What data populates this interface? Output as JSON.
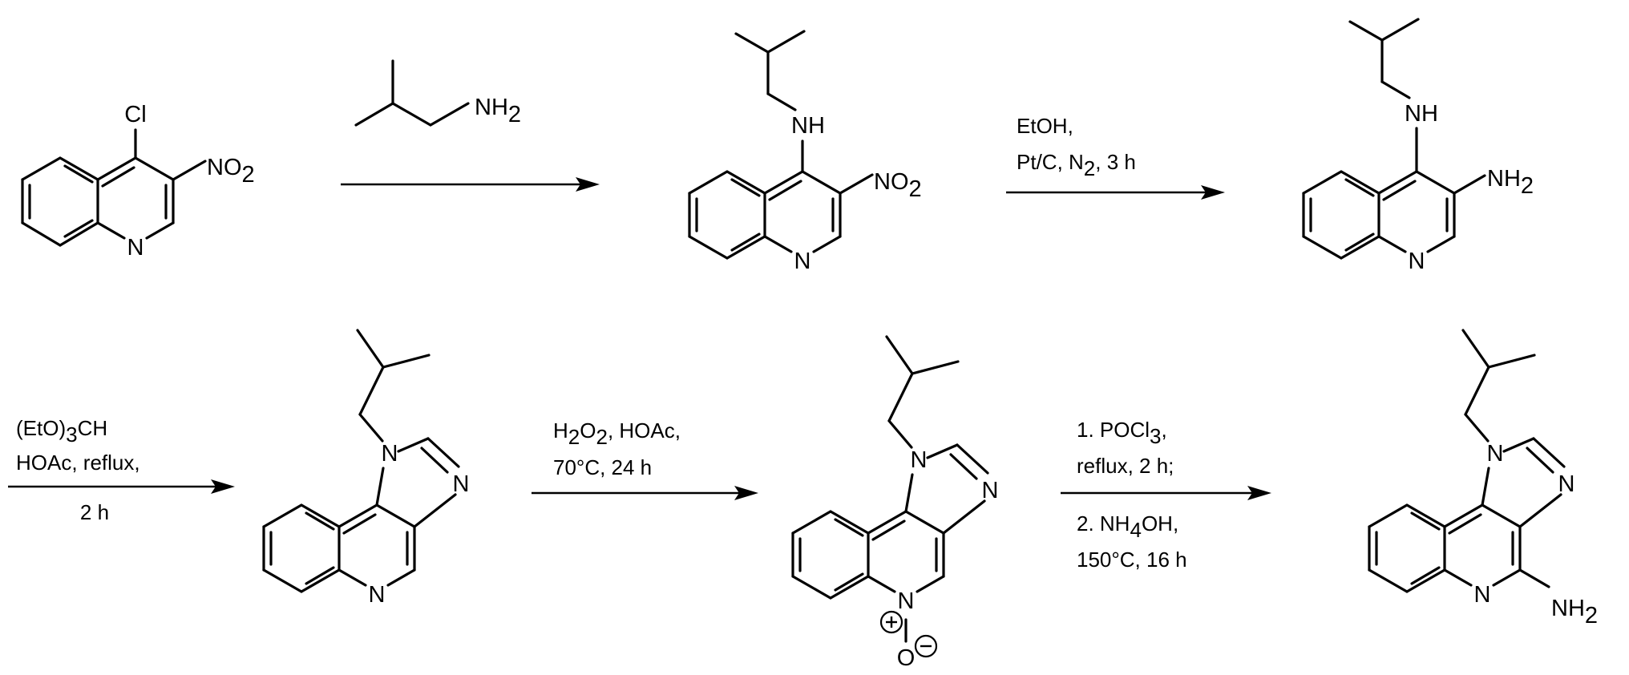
{
  "atoms": {
    "cl": "Cl",
    "no2_main": "NO",
    "no2_sub": "2",
    "n": "N",
    "nh": "NH",
    "nh2_main": "NH",
    "nh2_sub": "2",
    "o": "O"
  },
  "reagents": {
    "step1": {
      "reagent_main": "NH",
      "reagent_sub": "2"
    },
    "step2": {
      "line1": "EtOH,",
      "line2_a": "Pt/C, N",
      "line2_sub": "2",
      "line2_b": ", 3 h"
    },
    "step3": {
      "line1_a": "(EtO)",
      "line1_sub": "3",
      "line1_b": "CH",
      "line2": "HOAc, reflux,",
      "line3": "2 h"
    },
    "step4": {
      "line1_a": "H",
      "line1_sub1": "2",
      "line1_b": "O",
      "line1_sub2": "2",
      "line1_c": ", HOAc,",
      "line2": "70°C, 24 h"
    },
    "step5": {
      "line1_a": "1. POCl",
      "line1_sub": "3",
      "line1_b": ",",
      "line2": "reflux, 2 h;",
      "line3_a": "2. NH",
      "line3_sub": "4",
      "line3_b": "OH,",
      "line4": "150°C, 16 h"
    }
  },
  "charges": {
    "plus": "+",
    "minus": "−"
  }
}
